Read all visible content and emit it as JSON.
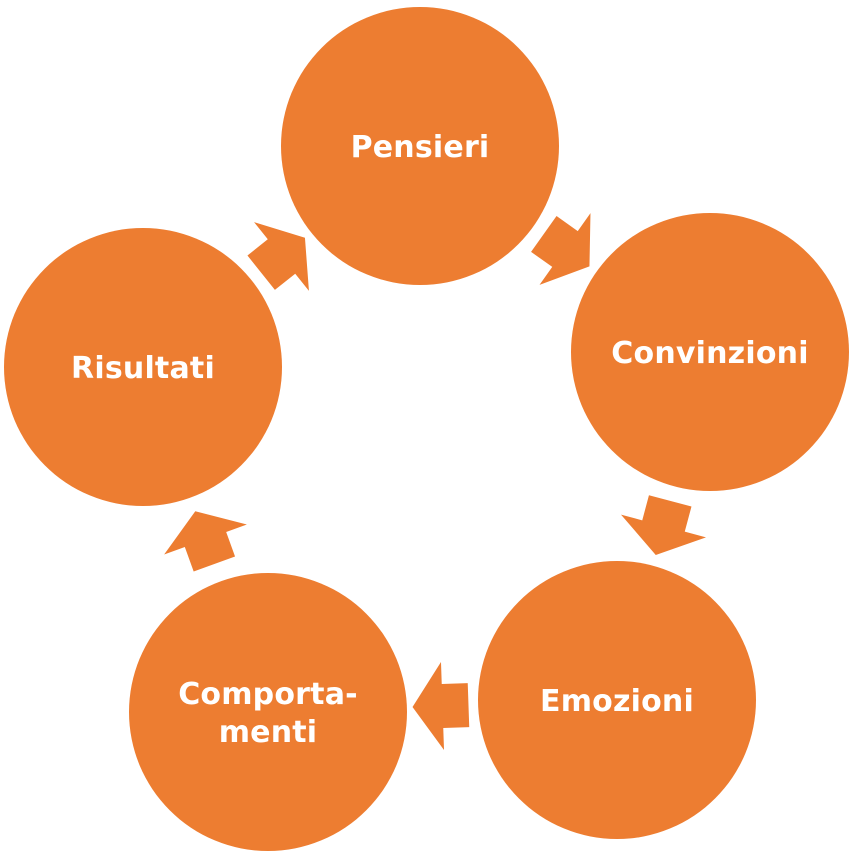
{
  "diagram": {
    "type": "cycle",
    "accent_color": "#ED7D31",
    "text_color": "#FFFFFF",
    "background_color": "#FFFFFF",
    "nodes": [
      {
        "id": "pensieri",
        "lines": [
          "Pensieri"
        ]
      },
      {
        "id": "convinzioni",
        "lines": [
          "Convinzioni"
        ]
      },
      {
        "id": "emozioni",
        "lines": [
          "Emozioni"
        ]
      },
      {
        "id": "comportamenti",
        "lines": [
          "Comporta-",
          "menti"
        ]
      },
      {
        "id": "risultati",
        "lines": [
          "Risultati"
        ]
      }
    ],
    "edges": [
      {
        "from": "pensieri",
        "to": "convinzioni"
      },
      {
        "from": "convinzioni",
        "to": "emozioni"
      },
      {
        "from": "emozioni",
        "to": "comportamenti"
      },
      {
        "from": "comportamenti",
        "to": "risultati"
      },
      {
        "from": "risultati",
        "to": "pensieri"
      }
    ]
  }
}
